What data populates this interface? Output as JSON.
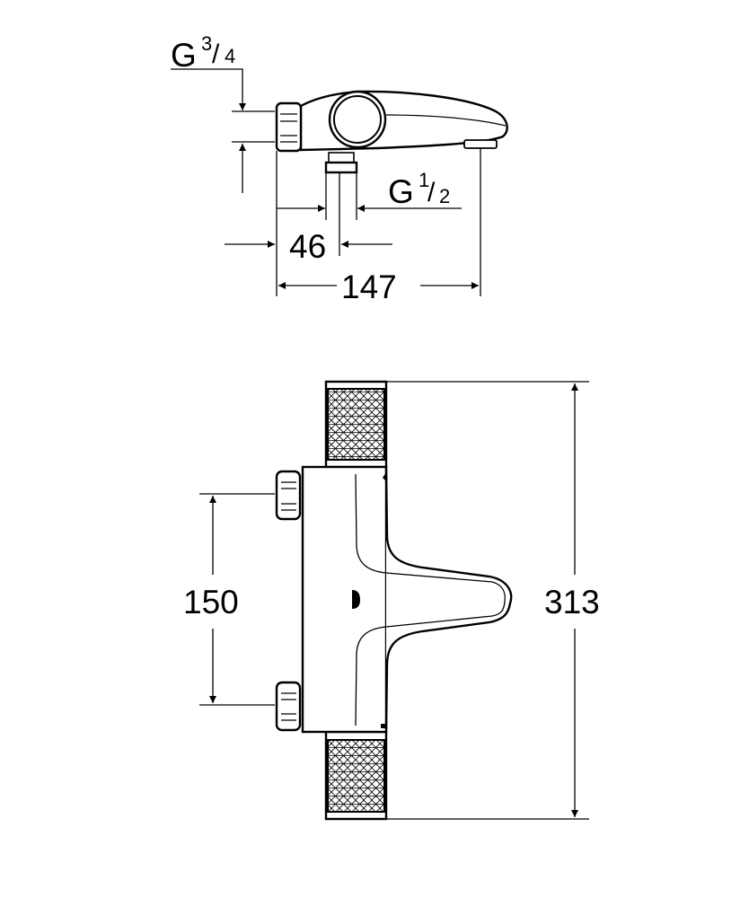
{
  "side_view": {
    "inlet_thread": {
      "prefix": "G",
      "numerator": "3",
      "denominator": "4"
    },
    "outlet_thread": {
      "prefix": "G",
      "numerator": "1",
      "denominator": "2"
    },
    "dim_outlet_offset": "46",
    "dim_depth": "147"
  },
  "front_view": {
    "dim_inlet_spacing": "150",
    "dim_height": "313"
  }
}
